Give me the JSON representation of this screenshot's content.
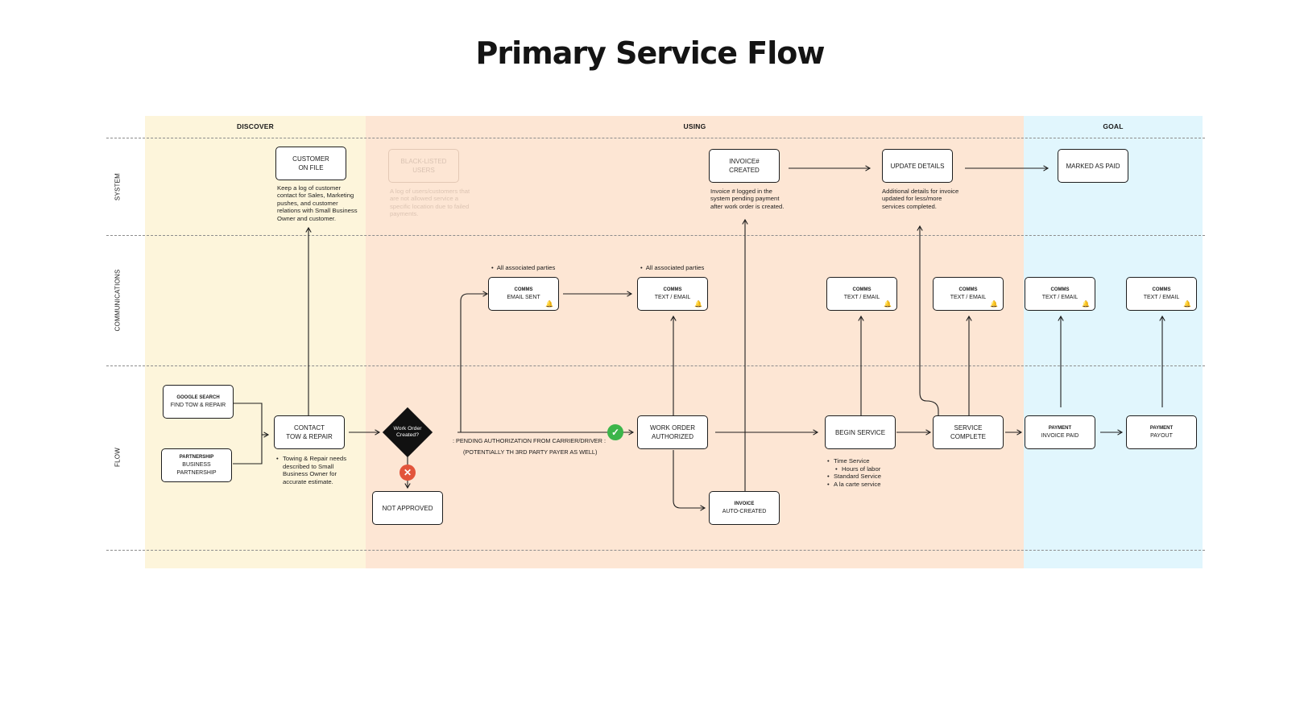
{
  "title": "Primary Service Flow",
  "phases": {
    "discover": "DISCOVER",
    "using": "USING",
    "goal": "GOAL"
  },
  "lanes": {
    "system": "SYSTEM",
    "communications": "COMMUNICATIONS",
    "flow": "FLOW"
  },
  "colors": {
    "discover": "#fdf5db",
    "using": "#fde6d4",
    "goal": "#e1f6fd",
    "success": "#3cb54a",
    "reject": "#e2543b",
    "diamond": "#111111"
  },
  "nodes": {
    "google_search": {
      "l1": "GOOGLE SEARCH",
      "l2": "FIND TOW & REPAIR"
    },
    "partnership": {
      "l1": "PARTNERSHIP",
      "l2": "BUSINESS PARTNERSHIP"
    },
    "contact": {
      "l1": "CONTACT",
      "l2": "TOW & REPAIR"
    },
    "customer_on_file": {
      "l1": "CUSTOMER",
      "l2": "ON FILE"
    },
    "blacklisted": {
      "l1": "BLACK-LISTED",
      "l2": "USERS"
    },
    "decision": {
      "l1": "Work Order",
      "l2": "Created?"
    },
    "not_approved": {
      "l1": "NOT APPROVED"
    },
    "comms_email": {
      "l1": "COMMS",
      "l2": "EMAIL SENT"
    },
    "comms_text_1": {
      "l1": "COMMS",
      "l2": "TEXT / EMAIL"
    },
    "work_order": {
      "l1": "WORK ORDER",
      "l2": "AUTHORIZED"
    },
    "invoice_auto": {
      "l1": "INVOICE",
      "l2": "AUTO-CREATED"
    },
    "invoice_created": {
      "l1": "INVOICE#",
      "l2": "CREATED"
    },
    "update_details": {
      "l1": "UPDATE DETAILS"
    },
    "marked_paid": {
      "l1": "MARKED AS PAID"
    },
    "begin_service": {
      "l1": "BEGIN SERVICE"
    },
    "comms_text_2": {
      "l1": "COMMS",
      "l2": "TEXT / EMAIL"
    },
    "service_complete": {
      "l1": "SERVICE COMPLETE"
    },
    "comms_text_3": {
      "l1": "COMMS",
      "l2": "TEXT / EMAIL"
    },
    "payment_invoice": {
      "l1": "PAYMENT",
      "l2": "INVOICE PAID"
    },
    "comms_text_4": {
      "l1": "COMMS",
      "l2": "TEXT / EMAIL"
    },
    "payment_payout": {
      "l1": "PAYMENT",
      "l2": "PAYOUT"
    },
    "comms_text_5": {
      "l1": "COMMS",
      "l2": "TEXT / EMAIL"
    }
  },
  "notes": {
    "customer_on_file": "Keep a log of customer contact for Sales, Marketing pushes, and customer relations with Small Business Owner and customer.",
    "blacklisted": "A log of users/customers that are not allowed service a specific location due to failed payments.",
    "invoice_created": "Invoice # logged in the system pending payment after work order is created.",
    "update_details": "Additional details for invoice updated for less/more services completed.",
    "contact": "Towing & Repair needs described to Small Business Owner for accurate estimate."
  },
  "parties": {
    "email": "All associated parties",
    "text": "All associated parties"
  },
  "pending": {
    "line1": ": PENDING AUTHORIZATION FROM CARRIER/DRIVER :",
    "line2": "(POTENTIALLY TH 3RD PARTY PAYER AS WELL)"
  },
  "services": {
    "s1": "Time Service",
    "s1a": "Hours of labor",
    "s2": "Standard Service",
    "s3": "A la carte service"
  },
  "icons": {
    "approved": "check-icon",
    "rejected": "x-icon",
    "notify": "bell-icon"
  }
}
